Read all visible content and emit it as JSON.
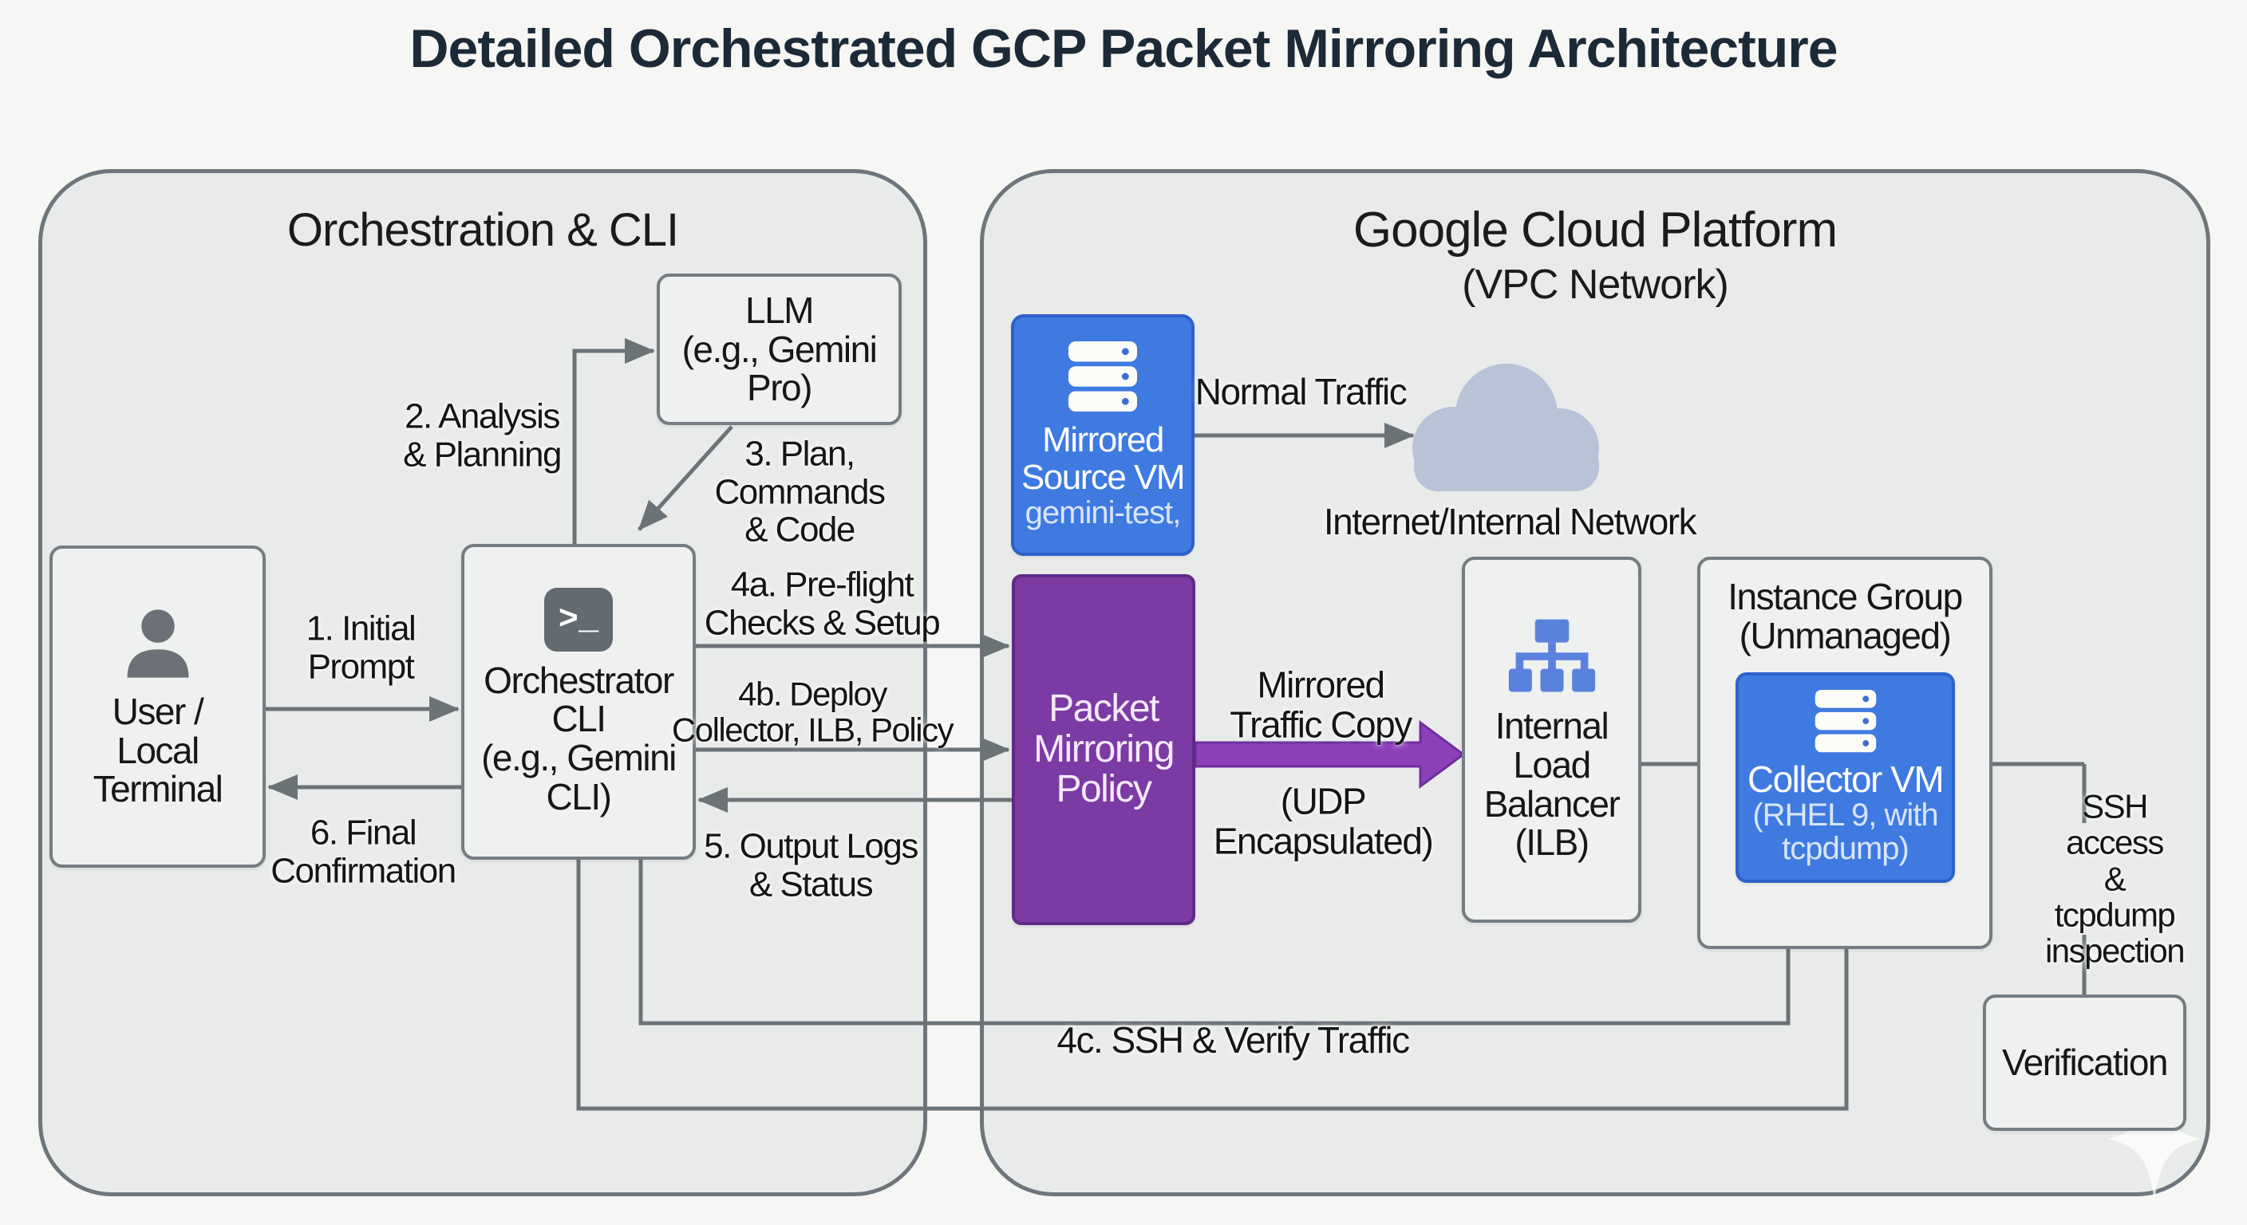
{
  "title": "Detailed Orchestrated GCP Packet Mirroring Architecture",
  "colors": {
    "bg": "#f6f6f4",
    "container": "#e9ebeb",
    "border": "#6e767b",
    "box": "#eff1f0",
    "box_border": "#757d82",
    "arrow": "#6c7377",
    "blue": "#3e7ae0",
    "blue_border": "#2d60c9",
    "purple": "#7b3aa4",
    "purple_border": "#5e2b86",
    "purple_arrow": "#8b40b8",
    "cloud": "#b8c3d8",
    "ilb_icon": "#5a82dd",
    "icon_gray": "#646b70",
    "title_color": "#1c2a38",
    "text": "#161616"
  },
  "orchestration": {
    "title": "Orchestration & CLI",
    "user": "User /\nLocal\nTerminal",
    "terminal_glyph": ">_",
    "orchestrator": "Orchestrator\nCLI\n(e.g., Gemini\nCLI)",
    "llm": "LLM\n(e.g., Gemini\nPro)",
    "initial_prompt": "1. Initial\nPrompt",
    "final_confirmation": "6. Final\nConfirmation",
    "analysis_planning": "2. Analysis\n& Planning",
    "plan_commands": "3. Plan,\nCommands\n& Code",
    "preflight": "4a. Pre-flight\nChecks & Setup",
    "deploy": "4b. Deploy\nCollector, ILB, Policy",
    "output_logs": "5. Output Logs\n& Status",
    "ssh_verify": "4c. SSH & Verify Traffic"
  },
  "gcp": {
    "title": "Google Cloud Platform",
    "subtitle": "(VPC Network)",
    "mirrored_vm_title": "Mirrored\nSource VM",
    "mirrored_vm_subtitle": "gemini-test,",
    "normal_traffic": "Normal Traffic",
    "network": "Internet/Internal Network",
    "policy": "Packet\nMirroring\nPolicy",
    "mirrored_copy": "Mirrored\nTraffic Copy",
    "udp": "(UDP\nEncapsulated)",
    "ilb": "Internal\nLoad\nBalancer\n(ILB)",
    "instance_group": "Instance Group\n(Unmanaged)",
    "collector_title": "Collector VM",
    "collector_subtitle": "(RHEL 9, with\ntcpdump)",
    "ssh_access": "SSH access\n& tcpdump\ninspection",
    "verification": "Verification"
  }
}
